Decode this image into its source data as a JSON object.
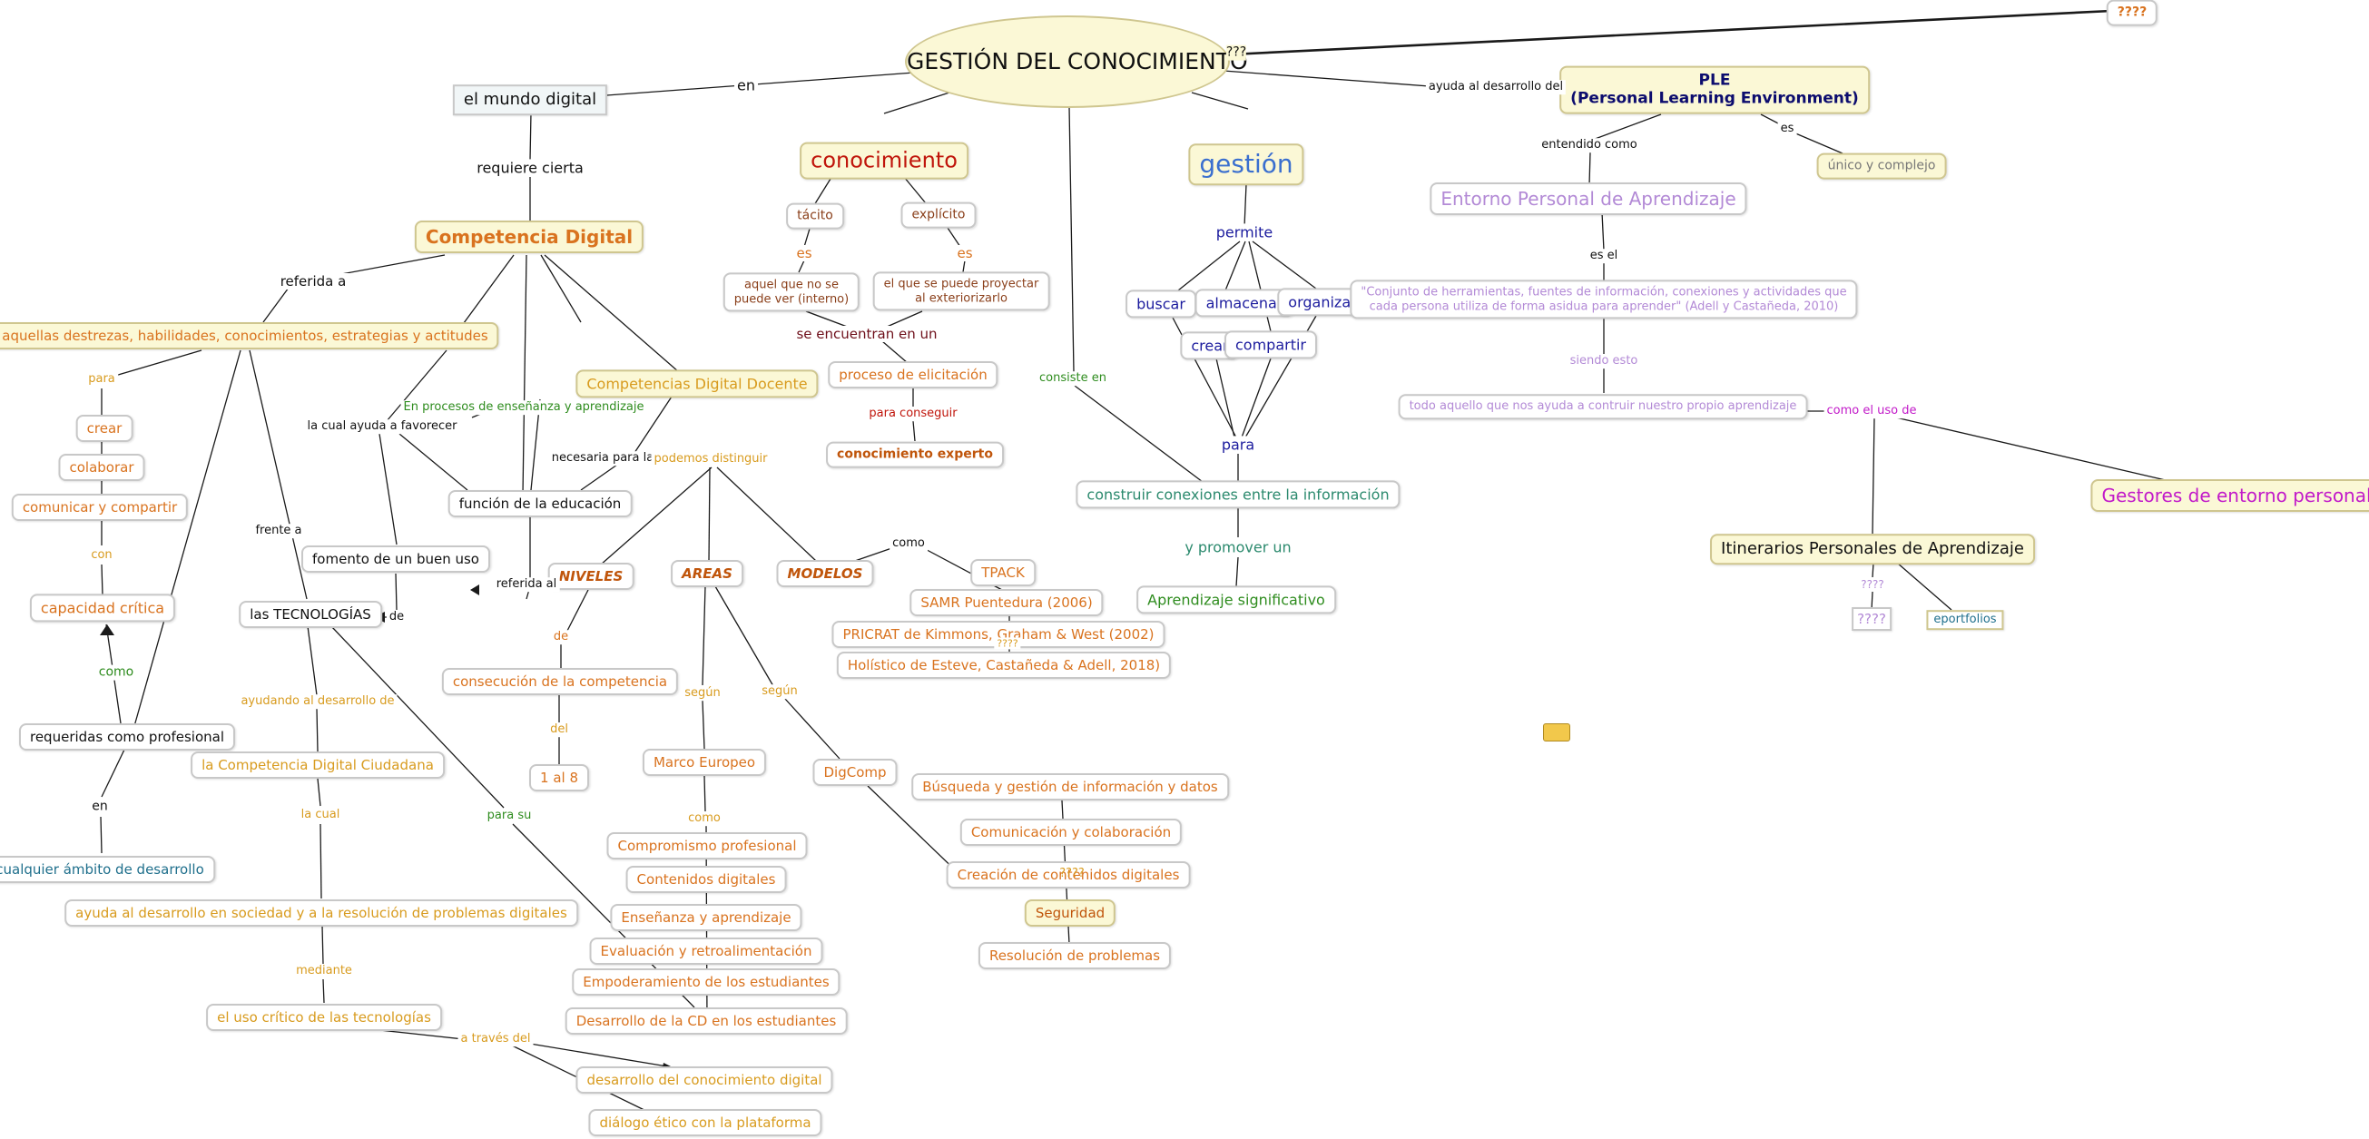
{
  "nodes": {
    "gdc": "GESTIÓN DEL CONOCIMIENTO",
    "mundo_digital": "el mundo digital",
    "competencia_digital": "Competencia Digital",
    "destrezas": "aquellas destrezas, habilidades, conocimientos, estrategias y actitudes",
    "crear": "crear",
    "colaborar": "colaborar",
    "comunicar": "comunicar y compartir",
    "capacidad_critica": "capacidad crítica",
    "requeridas": "requeridas como profesional",
    "ambito": "cualquier ámbito de desarrollo",
    "tecnologias": "las TECNOLOGÍAS",
    "fomento": "fomento de un buen uso",
    "funcion_educacion": "función de la educación",
    "cd_ciudadana": "la Competencia Digital Ciudadana",
    "ayuda_sociedad": "ayuda al desarrollo en sociedad y a la resolución de problemas digitales",
    "uso_critico": "el uso crítico de las tecnologías",
    "desarrollo_conocimiento_digital": "desarrollo del conocimiento digital",
    "dialogo_etico": "diálogo ético con la plataforma",
    "cd_docente": "Competencias Digital Docente",
    "niveles": "NIVELES",
    "areas": "AREAS",
    "modelos": "MODELOS",
    "consecucion": "consecución de la competencia",
    "uno_al_ocho": "1 al 8",
    "marco_europeo": "Marco Europeo",
    "compromiso": "Compromismo profesional",
    "contenidos": "Contenidos digitales",
    "ensenanza": "Enseñanza y aprendizaje",
    "evaluacion": "Evaluación y retroalimentación",
    "empoderamiento": "Empoderamiento de los estudiantes",
    "desarrollo_cd": "Desarrollo de la CD en los estudiantes",
    "digcomp": "DigComp",
    "busqueda": "Búsqueda y gestión de información y datos",
    "comunicacion": "Comunicación y colaboración",
    "creacion": "Creación de contenidos digitales",
    "seguridad": "Seguridad",
    "resolucion": "Resolución de problemas",
    "tpack": "TPACK",
    "samr": "SAMR Puentedura (2006)",
    "pricrat": "PRICRAT de Kimmons, Graham & West (2002)",
    "holistico": "Holístico de Esteve, Castañeda & Adell, 2018)",
    "conocimiento": "conocimiento",
    "tacito": "tácito",
    "explicito": "explícito",
    "aquel": "aquel que no se\npuede ver (interno)",
    "proyectar": "el que se puede proyectar\nal exteriorizarlo",
    "elicitacion": "proceso de elicitación",
    "experto": "conocimiento experto",
    "gestion": "gestión",
    "buscar": "buscar",
    "almacenar": "almacenar",
    "organizar": "organizar",
    "crear_g": "crear",
    "compartir": "compartir",
    "conexiones": "construir conexiones entre la información",
    "aprendizaje_significativo": "Aprendizaje significativo",
    "ple": "PLE\n(Personal Learning Environment)",
    "unico": "único y complejo",
    "entorno_personal": "Entorno Personal de Aprendizaje",
    "conjunto": "\"Conjunto de herramientas, fuentes de información, conexiones y actividades que\ncada persona utiliza de forma asidua para aprender\" (Adell y Castañeda, 2010)",
    "todo_aquello": "todo aquello que nos ayuda a contruir nuestro propio aprendizaje",
    "gestores": "Gestores de entorno personal",
    "itinerarios": "Itinerarios Personales de Aprendizaje",
    "qq_top": "????",
    "qq_itin": "????",
    "eportfolios": "eportfolios"
  },
  "labels": {
    "en_top": "en",
    "qqq": "???",
    "ayuda_desarrollo_del": "ayuda al desarrollo del",
    "requiere_cierta": "requiere cierta",
    "referida_a": "referida a",
    "para": "para",
    "con": "con",
    "como": "como",
    "en_req": "en",
    "la_cual_ayuda": "la cual ayuda a favorecer",
    "en_procesos": "En procesos de enseñanza y aprendizaje",
    "necesaria_para": "necesaria para la",
    "referida_al": "referida al",
    "frente_a": "frente a",
    "de_fomento": "de",
    "ayudando_al": "ayudando al desarrollo de",
    "la_cual": "la cual",
    "mediante": "mediante",
    "a_traves_del": "a través del",
    "para_su": "para su",
    "podemos_distinguir": "podemos distinguir",
    "de_niveles": "de",
    "del": "del",
    "segun_areas": "según",
    "segun_digcomp": "según",
    "como_areas": "como",
    "como_modelos": "como",
    "qqqq_modelos": "????",
    "qqqq_digcomp": "????",
    "es_tacito": "es",
    "es_explicito": "es",
    "se_encuentran": "se encuentran en un",
    "para_conseguir": "para conseguir",
    "consiste_en": "consiste en",
    "permite": "permite",
    "para_gestion": "para",
    "y_promover": "y promover un",
    "entendido_como": "entendido como",
    "es_ple": "es",
    "es_el": "es el",
    "siendo_esto": "siendo esto",
    "como_el_uso": "como el uso de",
    "qqqq_itin": "????"
  },
  "colors": {
    "line": "#1a1a1a",
    "node_fill_highlight": "#fbf8d6",
    "node_border": "#c8c8c8"
  }
}
